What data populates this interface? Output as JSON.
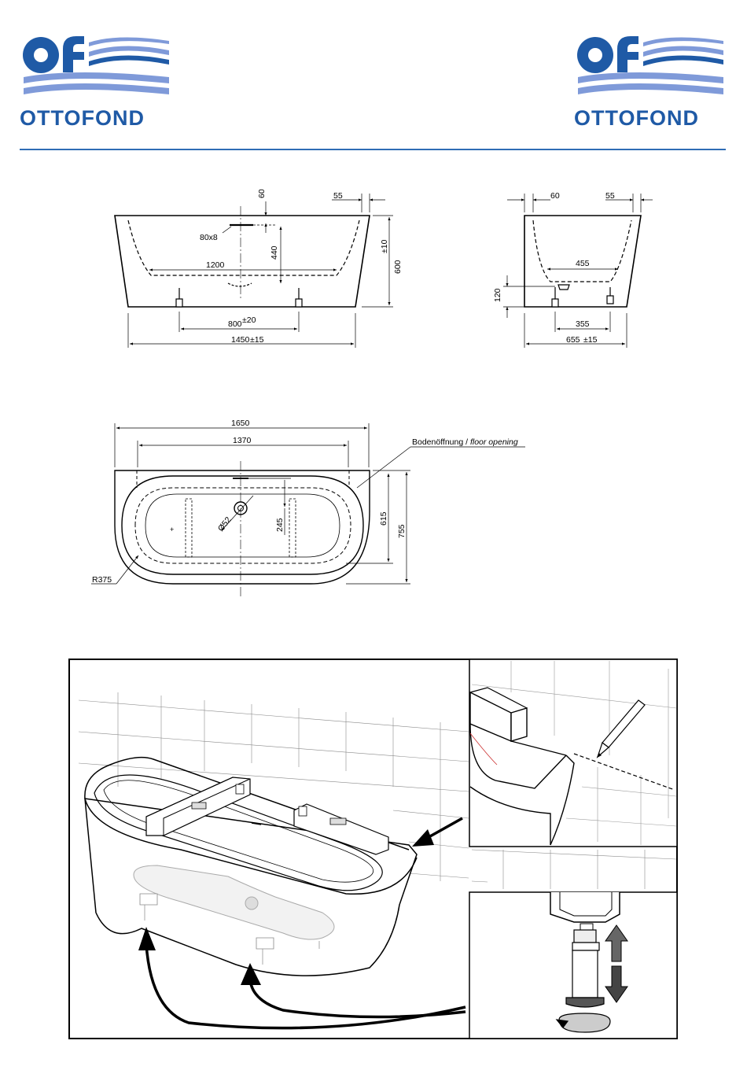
{
  "brand": {
    "name": "OTTOFOND",
    "monogram": "of",
    "color": "#1f5aa6",
    "wave_color": "#7f9ad9"
  },
  "front_view": {
    "depth": "60",
    "rim": "55",
    "overflow": "80x8",
    "inner_length": "1200",
    "inner_depth": "440",
    "height": "600",
    "height_tol": "±10",
    "feet_distance": "800",
    "feet_tol": "±20",
    "length": "1450",
    "length_tol": "±15"
  },
  "side_view": {
    "wall": "60",
    "rim": "55",
    "inner_width": "455",
    "feet_height": "120",
    "feet_distance": "355",
    "width": "655",
    "width_tol": "±15"
  },
  "top_view": {
    "total_length": "1650",
    "opening_length": "1370",
    "floor_opening_de": "Bodenöffnung / ",
    "floor_opening_en": "floor opening",
    "drain_diameter": "Ø52",
    "drain_offset": "245",
    "inner_width": "615",
    "total_width": "755",
    "radius": "R375"
  },
  "icons": [
    "pencil-icon",
    "arrow-up-icon",
    "arrow-down-icon",
    "rotate-icon"
  ]
}
